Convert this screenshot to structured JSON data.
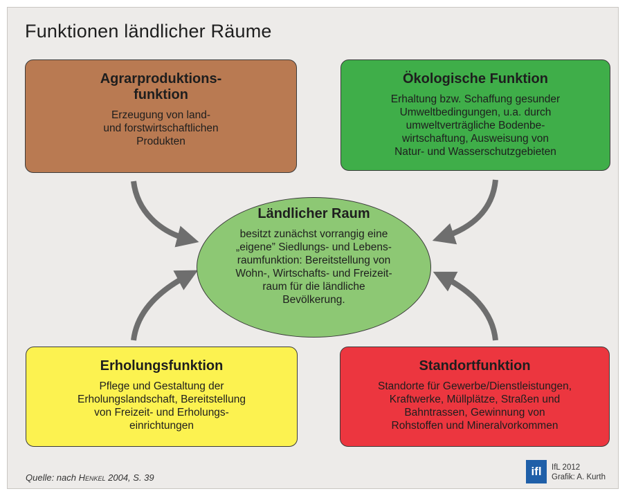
{
  "title": "Funktionen ländlicher Räume",
  "colors": {
    "agrar": "#b97a52",
    "oeko": "#3fae49",
    "erhol": "#fcf250",
    "standort": "#ec363f",
    "center": "#8dc874",
    "arrow": "#6e6e6e"
  },
  "boxes": {
    "agrar": {
      "title": "Agrarproduktions-\nfunktion",
      "body": "Erzeugung von land-\nund forstwirtschaftlichen\nProdukten"
    },
    "oeko": {
      "title": "Ökologische Funktion",
      "body": "Erhaltung bzw. Schaffung gesunder\nUmweltbedingungen, u.a. durch\numweltverträgliche Bodenbe-\nwirtschaftung, Ausweisung von\nNatur- und Wasserschutzgebieten"
    },
    "erhol": {
      "title": "Erholungsfunktion",
      "body": "Pflege und Gestaltung der\nErholungslandschaft, Bereitstellung\nvon Freizeit- und Erholungs-\neinrichtungen"
    },
    "standort": {
      "title": "Standortfunktion",
      "body": "Standorte für Gewerbe/Dienstleistungen,\nKraftwerke, Müllplätze, Straßen und\nBahntrassen, Gewinnung von\nRohstoffen und Mineralvorkommen"
    }
  },
  "center": {
    "title": "Ländlicher Raum",
    "body": "besitzt zunächst vorrangig eine\n„eigene” Siedlungs- und Lebens-\nraumfunktion: Bereitstellung von\nWohn-, Wirtschafts- und Freizeit-\nraum für die ländliche\nBevölkerung."
  },
  "footer": {
    "source_prefix": "Quelle: nach ",
    "source_author": "Henkel",
    "source_suffix": " 2004, S. 39",
    "logo": "ifl",
    "credit_line1": "IfL 2012",
    "credit_line2": "Grafik: A. Kurth"
  }
}
